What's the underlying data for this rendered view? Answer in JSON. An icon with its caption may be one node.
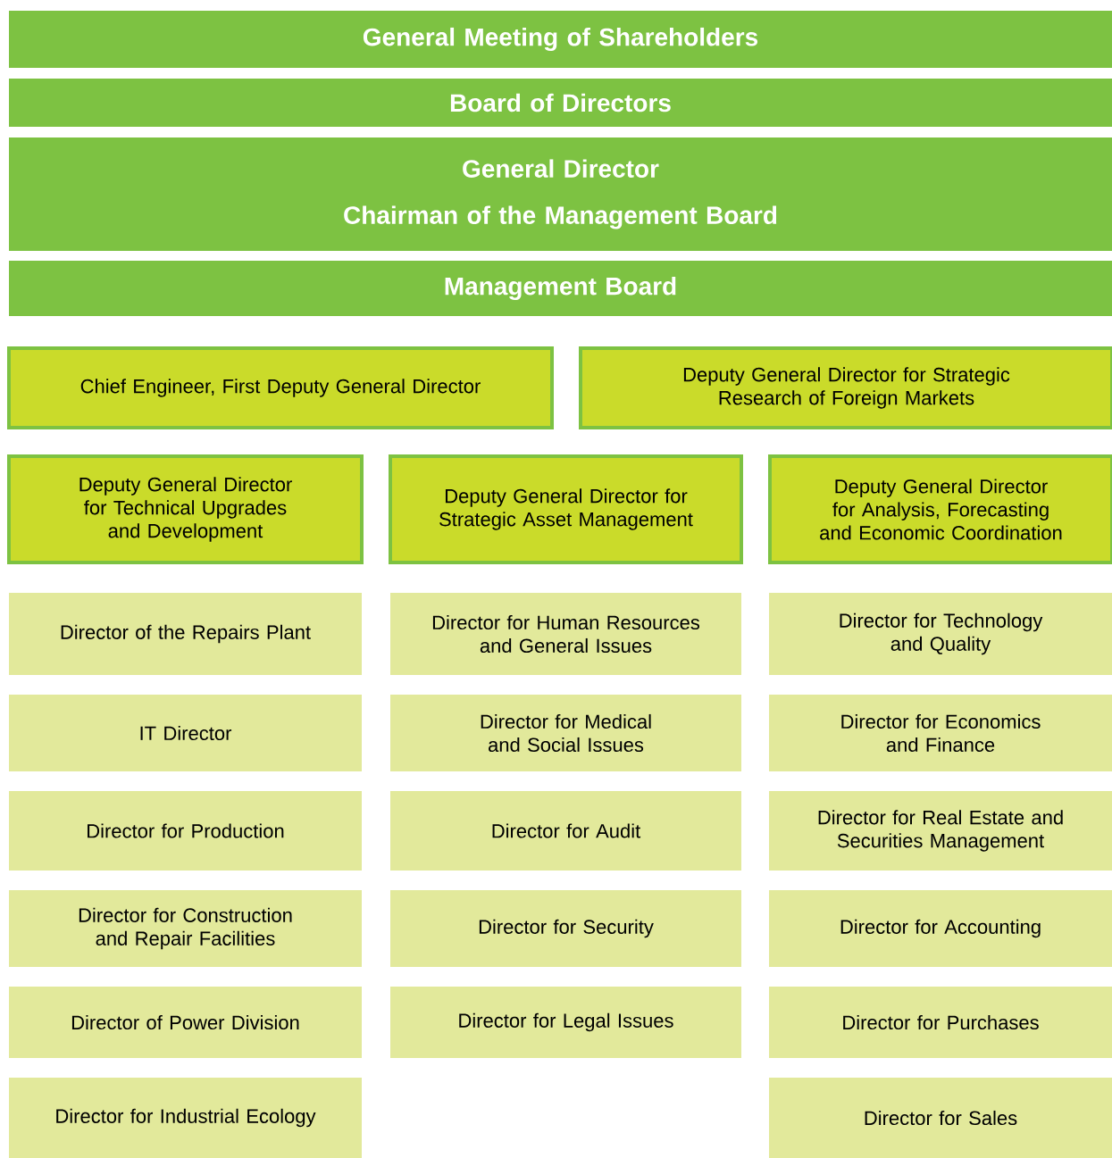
{
  "diagram": {
    "nodes": [
      {
        "text": [
          "General Meeting of Shareholders"
        ]
      },
      {
        "text": [
          "Board of Directors"
        ]
      },
      {
        "text": [
          "General Director",
          "Chairman of the Management Board"
        ]
      },
      {
        "text": [
          "Management Board"
        ]
      },
      {
        "text": [
          "Chief Engineer, First Deputy General Director"
        ]
      },
      {
        "text": [
          "Deputy General Director for Strategic Research of Foreign Markets"
        ]
      },
      {
        "text": [
          "Deputy General Director for Technical Upgrades and Development"
        ]
      },
      {
        "text": [
          "Deputy General Director for Strategic Asset Management"
        ]
      },
      {
        "text": [
          "Deputy General Director for Analysis, Forecasting and Economic Coordination"
        ]
      },
      {
        "text": [
          "Director of the Repairs Plant"
        ]
      },
      {
        "text": [
          "Director for Human Resources and General Issues"
        ]
      },
      {
        "text": [
          "Director for Technology and Quality"
        ]
      },
      {
        "text": [
          "IT Director"
        ]
      },
      {
        "text": [
          "Director for Medical and Social Issues"
        ]
      },
      {
        "text": [
          "Director for Economics and Finance"
        ]
      },
      {
        "text": [
          "Director for Production"
        ]
      },
      {
        "text": [
          "Director for Audit"
        ]
      },
      {
        "text": [
          "Director for Real Estate and Securities Management"
        ]
      },
      {
        "text": [
          "Director for Construction and Repair Facilities"
        ]
      },
      {
        "text": [
          "Director for Security"
        ]
      },
      {
        "text": [
          "Director for Accounting"
        ]
      },
      {
        "text": [
          "Director of Power Division"
        ]
      },
      {
        "text": [
          "Director for Legal Issues"
        ]
      },
      {
        "text": [
          "Director for Purchases"
        ]
      },
      {
        "text": [
          "Director for Industrial Ecology"
        ]
      },
      {
        "text": [
          "Director for Sales"
        ]
      }
    ]
  }
}
